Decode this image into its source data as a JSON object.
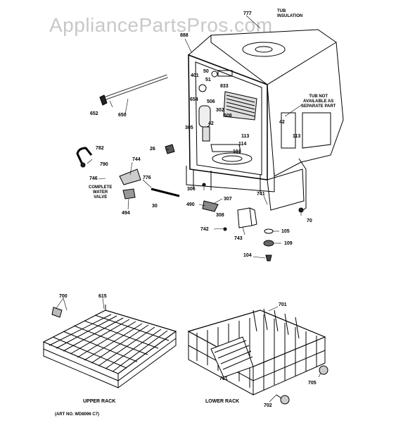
{
  "watermark": "AppliancePartsPros.com",
  "notes": {
    "tub_insulation": [
      "TUB",
      "INSULATION"
    ],
    "tub_not_available": [
      "TUB NOT",
      "AVAILABLE AS",
      "SEPARATE PART"
    ],
    "complete_water_valve": [
      "COMPLETE",
      "WATER",
      "VALVE"
    ]
  },
  "captions": {
    "upper_rack": "UPPER RACK",
    "lower_rack": "LOWER RACK",
    "art_no": "(ART NO. WD8096 C7)"
  },
  "part_numbers": {
    "p777": "777",
    "p888": "888",
    "p50": "50",
    "p51": "51",
    "p401": "401",
    "p833": "833",
    "p654": "654",
    "p506": "506",
    "p302": "302",
    "p508": "508",
    "p42a": "42",
    "p305": "305",
    "p113a": "113",
    "p114": "114",
    "p101": "101",
    "p42b": "42",
    "p113b": "113",
    "p652": "652",
    "p650": "650",
    "p782": "782",
    "p790": "790",
    "p26": "26",
    "p744": "744",
    "p746": "746",
    "p776": "776",
    "p30": "30",
    "p494": "494",
    "p306": "306",
    "p307": "307",
    "p741": "741",
    "p490": "490",
    "p308": "308",
    "p70": "70",
    "p742": "742",
    "p743": "743",
    "p105": "105",
    "p109": "109",
    "p104": "104",
    "p700": "700",
    "p615": "615",
    "p701": "701",
    "p761": "761",
    "p705": "705",
    "p702": "702"
  }
}
